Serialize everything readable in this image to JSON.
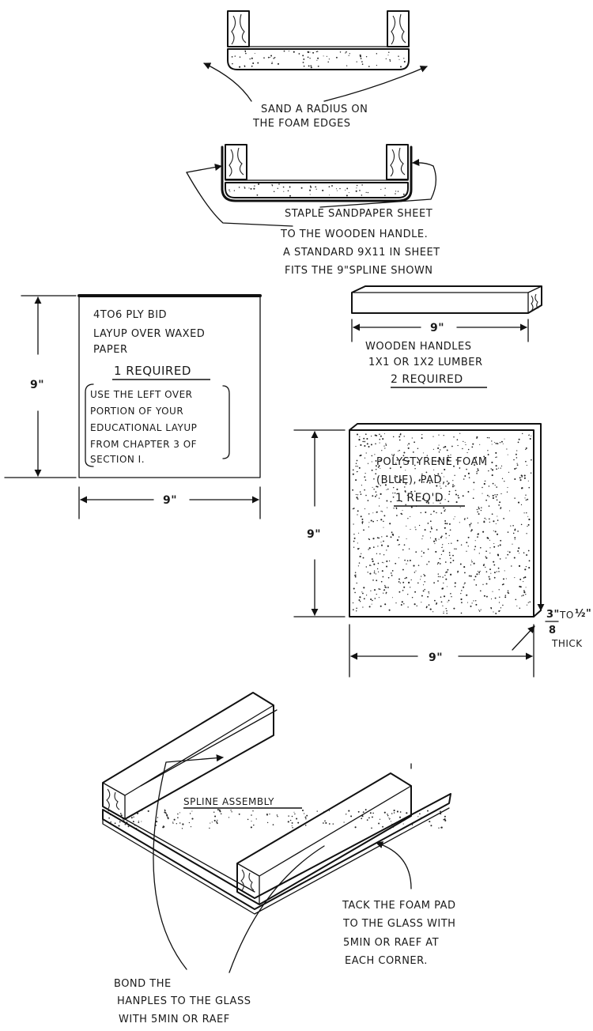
{
  "sanding_block_top": {
    "label": [
      "SAND A RADIUS ON",
      "THE FOAM EDGES"
    ]
  },
  "sanding_block_stapled": {
    "label": [
      "STAPLE SANDPAPER SHEET",
      "TO THE WOODEN HANDLE.",
      "A STANDARD 9X11 IN SHEET",
      "FITS THE 9\"SPLINE SHOWN"
    ]
  },
  "bid_layup": {
    "text": [
      "4TO6 PLY BID",
      "LAYUP OVER WAXED",
      "PAPER"
    ],
    "required": "1 REQUIRED",
    "note": [
      "USE THE LEFT OVER",
      "PORTION OF YOUR",
      "EDUCATIONAL LAYUP",
      "FROM CHAPTER 3 OF",
      "SECTION I."
    ],
    "dim_height": "9\"",
    "dim_width": "9\""
  },
  "wooden_handles": {
    "dim_width": "9\"",
    "text": [
      "WOODEN HANDLES",
      "1X1 OR 1X2 LUMBER"
    ],
    "required": "2 REQUIRED"
  },
  "foam_pad": {
    "text": [
      "POLYSTYRENE FOAM",
      "(BLUE), PAD,"
    ],
    "required": "1 REQ'D",
    "dim_height": "9\"",
    "dim_width": "9\"",
    "thickness": {
      "numerator": "3\"",
      "denominator": "8",
      "rest": "TO",
      "half": "½\"",
      "word": "THICK"
    }
  },
  "spline_assembly": {
    "title": "SPLINE ASSEMBLY",
    "tack_note": [
      "TACK THE FOAM PAD",
      "TO THE GLASS WITH",
      "5MIN OR RAEF AT",
      "EACH CORNER."
    ],
    "bond_note": [
      "BOND THE",
      "HANPLES TO THE GLASS",
      "WITH 5MIN OR RAEF"
    ]
  }
}
